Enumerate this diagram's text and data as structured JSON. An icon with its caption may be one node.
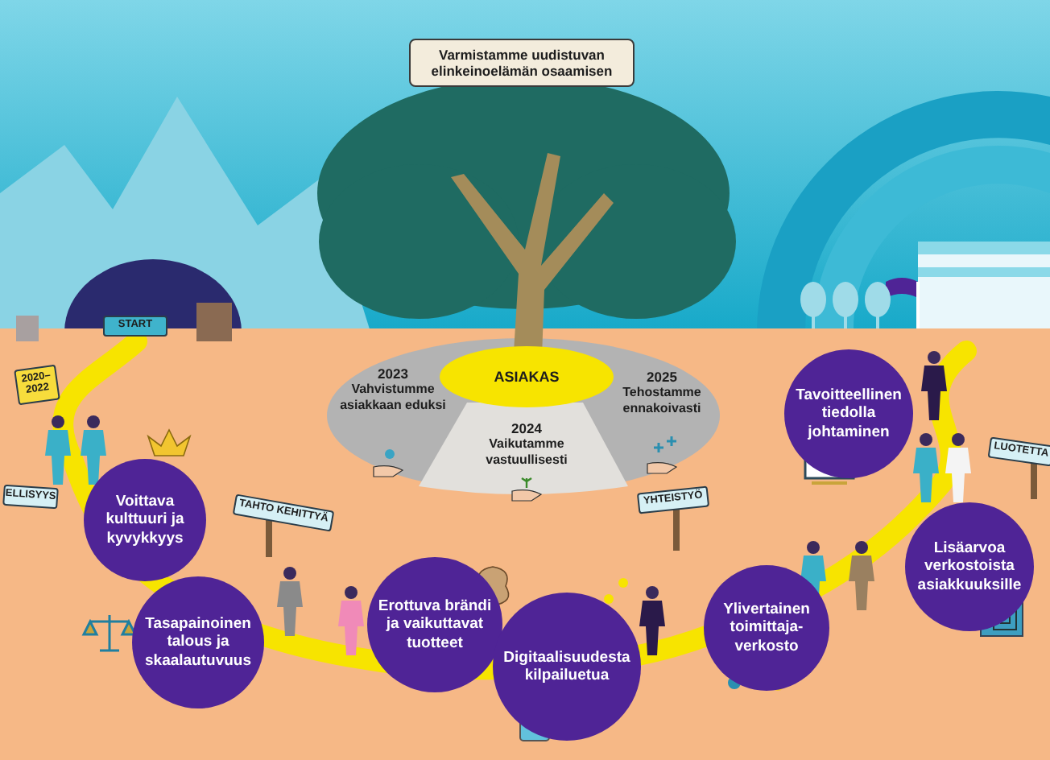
{
  "diagram": {
    "nodes": [
      {
        "text": [
          "Varmistamme uudistuvan elinkeinoelämän osaamisen"
        ]
      },
      {
        "text": [
          "START"
        ]
      },
      {
        "text": [
          "2020–2022"
        ]
      },
      {
        "text": [
          "ASIAKAS"
        ]
      },
      {
        "text": [
          "2023",
          "Vahvistumme asiakkaan eduksi"
        ]
      },
      {
        "text": [
          "2025",
          "Tehostamme ennakoivasti"
        ]
      },
      {
        "text": [
          "2024",
          "Vaikutamme vastuullisesti"
        ]
      },
      {
        "text": [
          "Tavoitteellinen tiedolla johtaminen"
        ]
      },
      {
        "text": [
          "LUOTETTA"
        ]
      },
      {
        "text": [
          "Voittava kulttuuri ja kyvykkyys"
        ]
      },
      {
        "text": [
          "ELLISYYS"
        ]
      },
      {
        "text": [
          "TAHTO KEHITTYÄ"
        ]
      },
      {
        "text": [
          "YHTEISTYÖ"
        ]
      },
      {
        "text": [
          "Lisäarvoa verkostoista asiakkuuksille"
        ]
      },
      {
        "text": [
          "Erottuva brändi ja vaikuttavat tuotteet"
        ]
      },
      {
        "text": [
          "Tasapainoinen talous ja skaalautuvuus"
        ]
      },
      {
        "text": [
          "Ylivertainen toimittaja-verkosto"
        ]
      },
      {
        "text": [
          "Digitaalisuudesta kilpailuetua"
        ]
      }
    ]
  }
}
